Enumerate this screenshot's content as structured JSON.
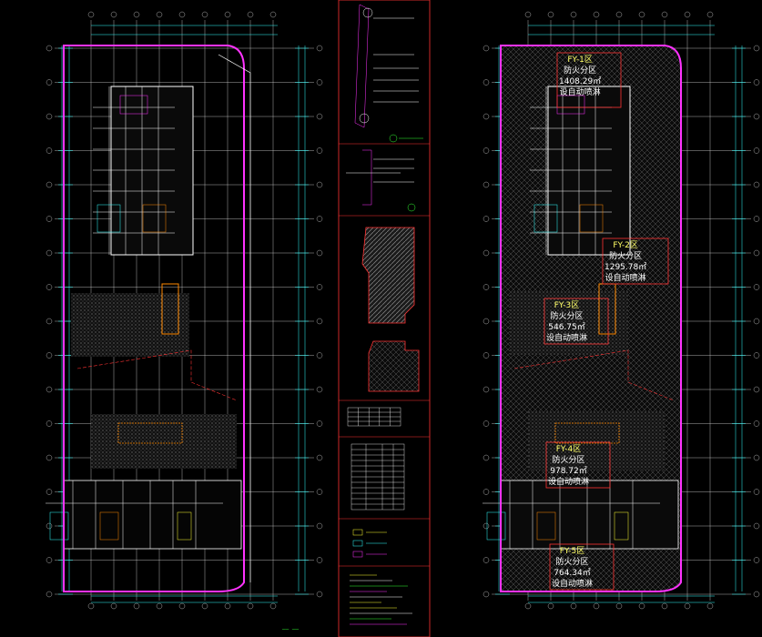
{
  "drawing": {
    "type": "CAD floor plan sheet",
    "background_color": "#000000",
    "colors": {
      "grid_lines": "#e5e5e5",
      "boundary": "#ff00ff",
      "dimension": "#33ffff",
      "hatch": "#9a9a9a",
      "walls": "#ffffff",
      "equipment": "#ff8800",
      "annotation": "#ff3333",
      "title_text": "#33ff33"
    },
    "left_sheet": {
      "title_block_text": "—— ——"
    },
    "right_sheet": {
      "zones": [
        {
          "line1": "FY-1区",
          "line2": "防火分区",
          "line3": "1408.29㎡",
          "line4": "设自动喷淋"
        },
        {
          "line1": "FY-2区",
          "line2": "防火分区",
          "line3": "1295.78㎡",
          "line4": "设自动喷淋"
        },
        {
          "line1": "FY-3区",
          "line2": "防火分区",
          "line3": "546.75㎡",
          "line4": "设自动喷淋"
        },
        {
          "line1": "FY-4区",
          "line2": "防火分区",
          "line3": "978.72㎡",
          "line4": "设自动喷淋"
        },
        {
          "line1": "FY-5区",
          "line2": "防火分区",
          "line3": "764.34㎡",
          "line4": "设自动喷淋"
        }
      ]
    }
  }
}
